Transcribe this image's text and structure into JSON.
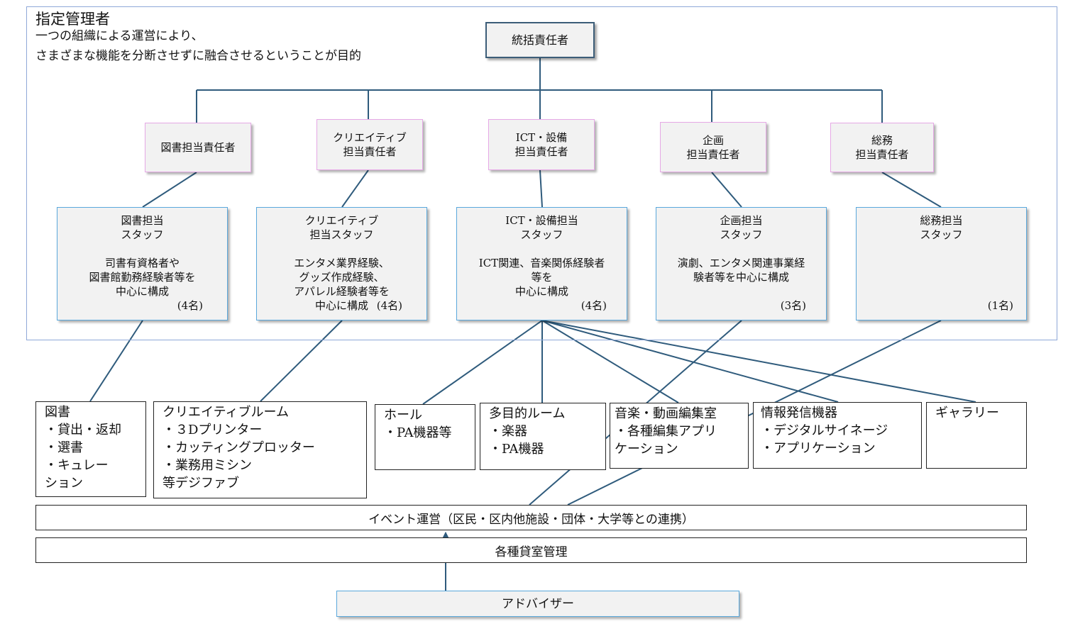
{
  "organization": {
    "title": "指定管理者",
    "description_line1": "一つの組織による運営により、",
    "description_line2": "さまざまな機能を分断させずに融合させるということが目的"
  },
  "head": "統括責任者",
  "managers": [
    "図書担当責任者",
    "クリエイティブ\n担当責任者",
    "ICT・設備\n担当責任者",
    "企画\n担当責任者",
    "総務\n担当責任者"
  ],
  "staff_teams": [
    {
      "text": "図書担当\nスタッフ\n\n司書有資格者や\n図書館勤務経験者等を\n中心に構成",
      "count": "(4名)"
    },
    {
      "text": "クリエイティブ\n担当スタッフ\n\nエンタメ業界経験、\nグッズ作成経験、\nアパレル経験者等を\n中心に構成",
      "count": "(4名)"
    },
    {
      "text": "ICT・設備担当\nスタッフ\n\nICT関連、音楽関係経験者\n等を\n中心に構成",
      "count": "(4名)"
    },
    {
      "text": "企画担当\nスタッフ\n\n演劇、エンタメ関連事業経\n験者等を中心に構成",
      "count": "(3名)"
    },
    {
      "text": "総務担当\nスタッフ",
      "count": "(1名)"
    }
  ],
  "facilities": [
    "図書\n・貸出・返却\n・選書\n・キュレー\nション",
    "クリエイティブルーム\n・３Dプリンター\n・カッティングプロッター\n・業務用ミシン\n等デジファブ",
    "ホール\n・PA機器等",
    "多目的ルーム\n・楽器\n・PA機器",
    "音楽・動画編集室\n・各種編集アプリ\nケーション",
    "情報発信機器\n・デジタルサイネージ\n・アプリケーション",
    "ギャラリー"
  ],
  "event_bar": "イベント運営（区民・区内他施設・団体・大学等との連携）",
  "rental_bar": "各種貸室管理",
  "advisor": "アドバイザー",
  "colors": {
    "connector": "#2f5b7c",
    "manager_border": "#e6a8e6",
    "staff_border": "#5aa8dc",
    "frame_border": "#8fa8d8",
    "box_fill": "#f2f2f2"
  }
}
